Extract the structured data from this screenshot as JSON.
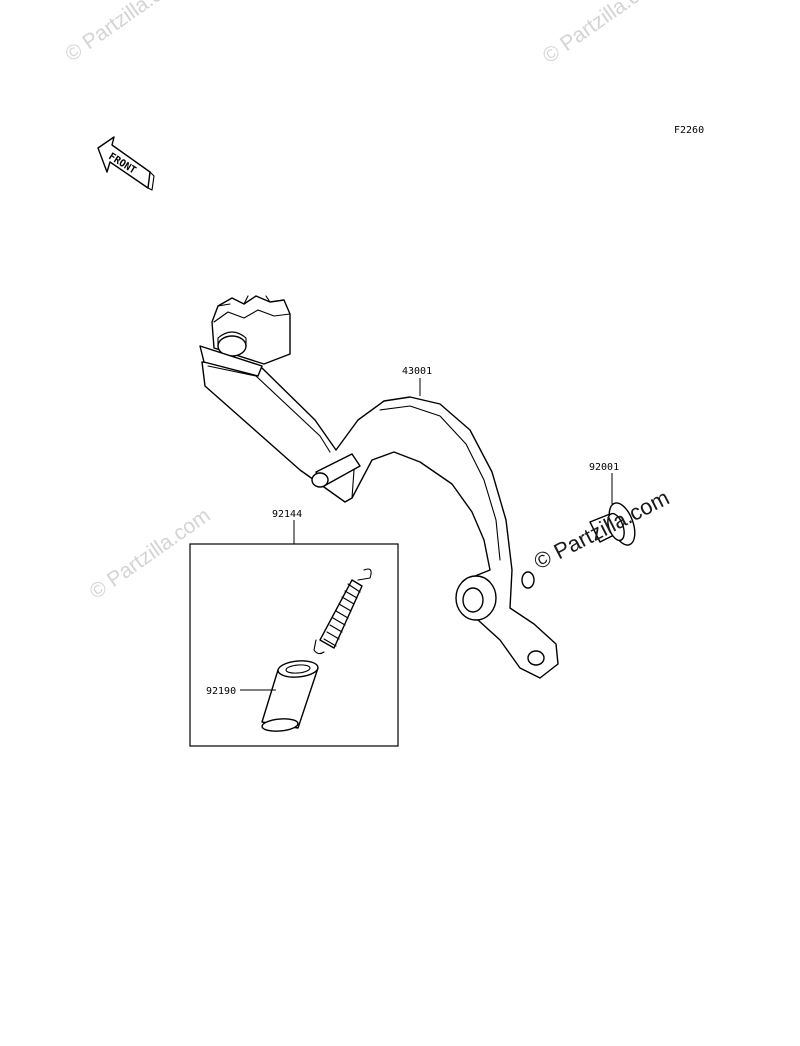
{
  "figure_code": "F2260",
  "front_arrow_label": "FRONT",
  "watermark_text": "© Partzilla.com",
  "parts": [
    {
      "number": "43001"
    },
    {
      "number": "92001"
    },
    {
      "number": "92144"
    },
    {
      "number": "92190"
    }
  ],
  "colors": {
    "line": "#000000",
    "background": "#ffffff",
    "watermark": "#d4d4d4"
  }
}
